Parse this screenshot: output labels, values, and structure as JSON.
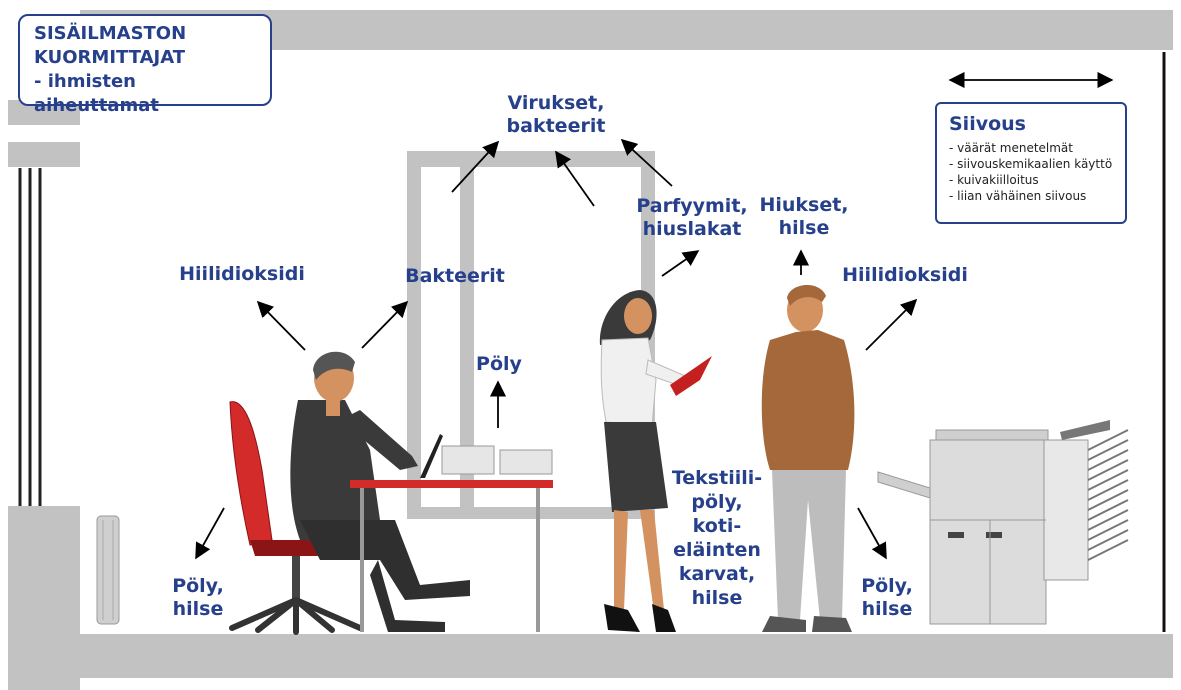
{
  "title": {
    "line1": "SISÄILMASTON",
    "line2": "KUORMITTAJAT",
    "line3": "- ihmisten aiheuttamat"
  },
  "siivous": {
    "heading": "Siivous",
    "items": [
      "- väärät menetelmät",
      "- siivouskemikaalien käyttö",
      "- kuivakiilloitus",
      "- liian vähäinen siivous"
    ]
  },
  "labels": {
    "viruses_l1": "Virukset,",
    "viruses_l2": "bakteerit",
    "co2_left": "Hiilidioksidi",
    "bacteria": "Bakteerit",
    "perfume_l1": "Parfyymit,",
    "perfume_l2": "hiuslakat",
    "hair_l1": "Hiukset,",
    "hair_l2": "hilse",
    "co2_right": "Hiilidioksidi",
    "dust_desk": "Pöly",
    "textile_l1": "Tekstiili-",
    "textile_l2": "pöly,",
    "textile_l3": "koti-",
    "textile_l4": "eläinten",
    "textile_l5": "karvat,",
    "textile_l6": "hilse",
    "dust_left_l1": "Pöly,",
    "dust_left_l2": "hilse",
    "dust_right_l1": "Pöly,",
    "dust_right_l2": "hilse"
  },
  "colors": {
    "label": "#27408b",
    "wall": "#c2c2c2",
    "chair": "#d32a2a",
    "desk_top": "#d32a2a",
    "suit_dark": "#3a3a3a",
    "jacket_brown": "#a5683a"
  },
  "icons": [
    "double-arrow-icon",
    "arrow-icon"
  ]
}
